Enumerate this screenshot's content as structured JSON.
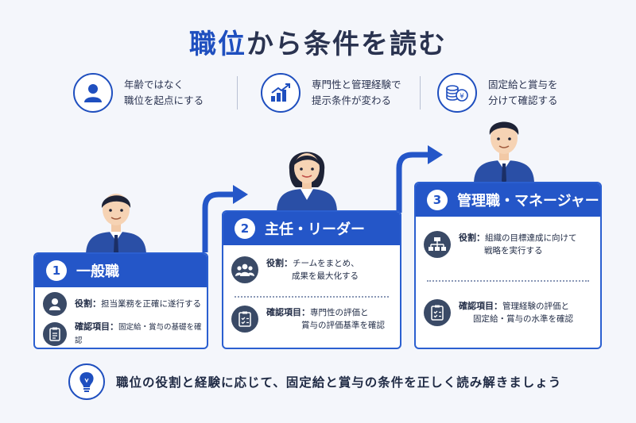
{
  "title": {
    "accent": "職位",
    "rest": "から条件を読む"
  },
  "points": [
    {
      "icon": "person-icon",
      "line1": "年齢ではなく",
      "line2": "職位を起点にする"
    },
    {
      "icon": "growth-chart-icon",
      "line1": "専門性と管理経験で",
      "line2": "提示条件が変わる"
    },
    {
      "icon": "coins-icon",
      "line1": "固定給と賞与を",
      "line2": "分けて確認する"
    }
  ],
  "cards": [
    {
      "num": "1",
      "title": "一般職",
      "role_label": "役割：",
      "role_text1": "担当業務を正確に遂行する",
      "role_text2": "",
      "check_label": "確認項目：",
      "check_text1": "固定給・賞与の基礎を確認",
      "check_text2": ""
    },
    {
      "num": "2",
      "title": "主任・リーダー",
      "role_label": "役割：",
      "role_text1": "チームをまとめ、",
      "role_text2": "成果を最大化する",
      "check_label": "確認項目：",
      "check_text1": "専門性の評価と",
      "check_text2": "賞与の評価基準を確認"
    },
    {
      "num": "3",
      "title": "管理職・マネージャー",
      "role_label": "役割：",
      "role_text1": "組織の目標達成に向けて",
      "role_text2": "戦略を実行する",
      "check_label": "確認項目：",
      "check_text1": "管理経験の評価と",
      "check_text2": "固定給・賞与の水準を確認"
    }
  ],
  "footer": {
    "text": "職位の役割と経験に応じて、固定給と賞与の条件を正しく読み解きましょう"
  },
  "colors": {
    "primary": "#2456c8",
    "dark": "#1f2a44",
    "icon_bg": "#3a4a66"
  }
}
